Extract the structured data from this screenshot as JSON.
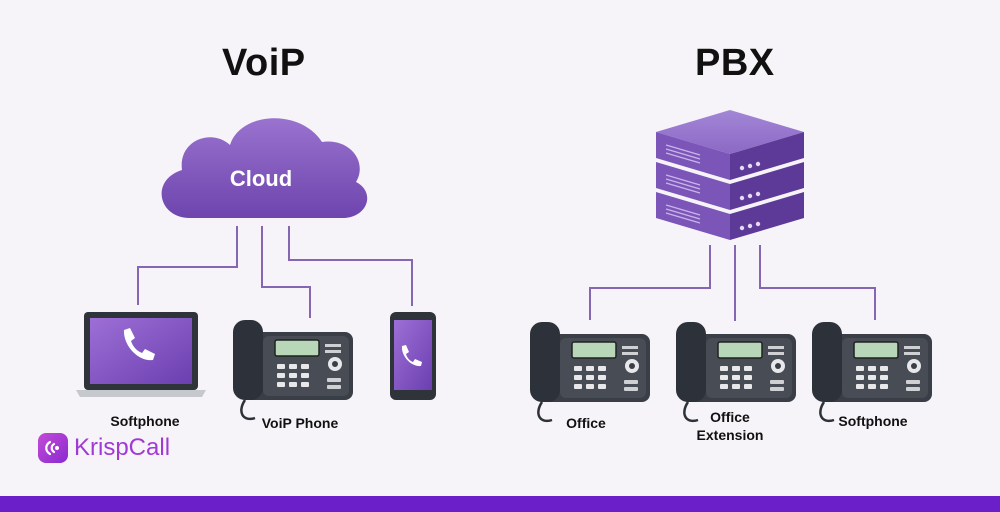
{
  "titles": {
    "voip": "VoiP",
    "pbx": "PBX"
  },
  "cloud_label": "Cloud",
  "voip_devices": [
    "Softphone",
    "VoiP Phone"
  ],
  "pbx_devices": {
    "office": "Office",
    "office_extension_line1": "Office",
    "office_extension_line2": "Extension",
    "softphone": "Softphone"
  },
  "brand": {
    "name": "KrispCall"
  },
  "colors": {
    "accent": "#7b4fb8",
    "line": "#8466b3",
    "bar": "#6a1fc8",
    "phone": "#3a3f47"
  }
}
